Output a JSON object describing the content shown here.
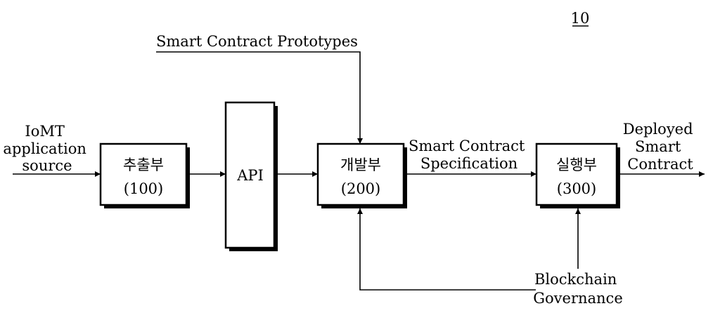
{
  "figure_number": "10",
  "blocks": {
    "extractor": {
      "name": "추출부",
      "ref": "(100)"
    },
    "api": {
      "name": "API"
    },
    "developer": {
      "name": "개발부",
      "ref": "(200)"
    },
    "executor": {
      "name": "실행부",
      "ref": "(300)"
    }
  },
  "labels": {
    "input": [
      "IoMT",
      "application",
      "source"
    ],
    "prototypes": "Smart Contract Prototypes",
    "specification": [
      "Smart Contract",
      "Specification"
    ],
    "output": [
      "Deployed",
      "Smart",
      "Contract"
    ],
    "governance": [
      "Blockchain",
      "Governance"
    ]
  }
}
